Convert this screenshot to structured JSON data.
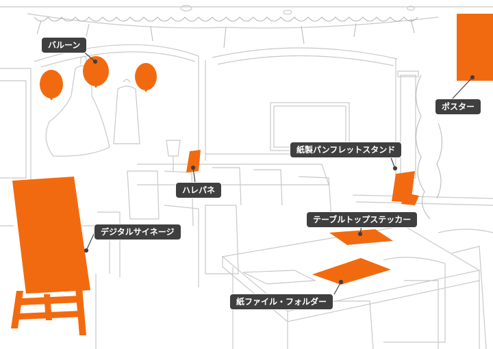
{
  "accent_color": "#f26a10",
  "line_color": "#c8c8c8",
  "callout_color": "#3f3f3f",
  "labels": {
    "balloon": "バルーン",
    "poster": "ポスター",
    "pamphlet_stand": "紙製パンフレットスタンド",
    "harepane": "ハレパネ",
    "table_sticker": "テーブルトップステッカー",
    "digital_signage": "デジタルサイネージ",
    "paper_folder": "紙ファイル・フォルダー"
  }
}
